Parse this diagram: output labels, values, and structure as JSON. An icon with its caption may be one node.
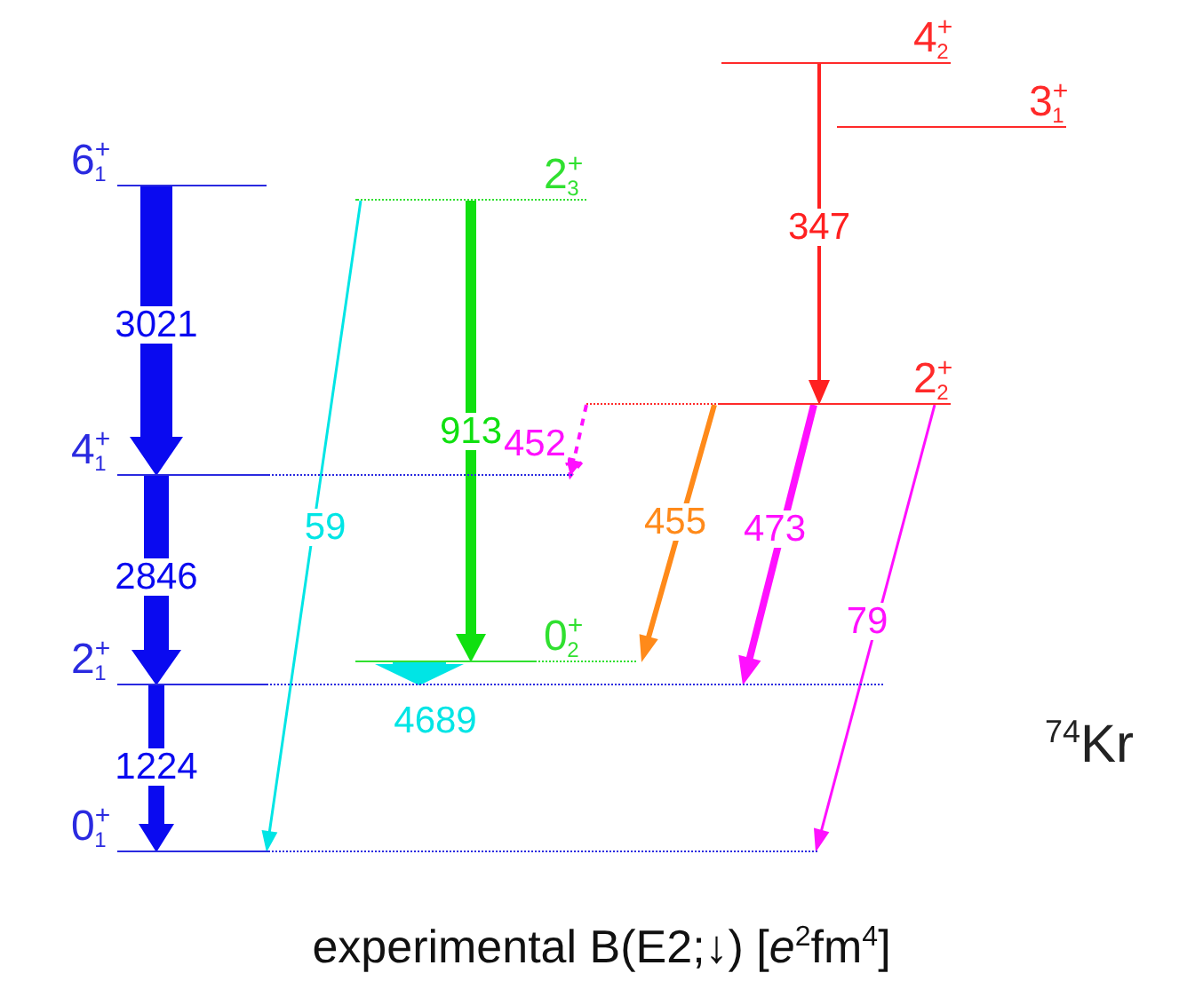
{
  "diagram": {
    "caption": "experimental B(E2;↓) [*e*$^{2}$fm$^{4}$]",
    "nodes": [
      {
        "text": [
          "6$^{+}$$_{1}$"
        ]
      },
      {
        "text": [
          "4$^{+}$$_{1}$"
        ]
      },
      {
        "text": [
          "2$^{+}$$_{1}$"
        ]
      },
      {
        "text": [
          "0$^{+}$$_{1}$"
        ]
      },
      {
        "text": [
          "2$^{+}$$_{3}$"
        ]
      },
      {
        "text": [
          "0$^{+}$$_{2}$"
        ]
      },
      {
        "text": [
          "4$^{+}$$_{2}$"
        ]
      },
      {
        "text": [
          "3$^{+}$$_{1}$"
        ]
      },
      {
        "text": [
          "2$^{+}$$_{2}$"
        ]
      }
    ],
    "edges": [
      {
        "from": 0,
        "to": 1,
        "arrow": "to",
        "label": "3021",
        "style": "thick",
        "color": "#0a0af0"
      },
      {
        "from": 1,
        "to": 2,
        "arrow": "to",
        "label": "2846",
        "style": "thick",
        "color": "#0a0af0"
      },
      {
        "from": 2,
        "to": 3,
        "arrow": "to",
        "label": "1224",
        "style": "thick",
        "color": "#0a0af0"
      },
      {
        "from": 4,
        "to": 3,
        "arrow": "to",
        "label": "59",
        "color": "#00e5e5"
      },
      {
        "from": 4,
        "to": 5,
        "arrow": "to",
        "label": "913",
        "style": "thick",
        "color": "#10e010"
      },
      {
        "from": 5,
        "to": 2,
        "arrow": "to",
        "label": "4689",
        "style": "thick",
        "color": "#00e5e5"
      },
      {
        "from": 6,
        "to": 8,
        "arrow": "to",
        "label": "347",
        "color": "#ff2020"
      },
      {
        "from": 8,
        "to": 1,
        "arrow": "to",
        "label": "452",
        "style": "dashed",
        "color": "#ff10ff"
      },
      {
        "from": 8,
        "to": 5,
        "arrow": "to",
        "label": "455",
        "style": "thick",
        "color": "#ff8a1a"
      },
      {
        "from": 8,
        "to": 2,
        "arrow": "to",
        "label": "473",
        "style": "thick",
        "color": "#ff10ff"
      },
      {
        "from": 8,
        "to": 3,
        "arrow": "to",
        "label": "79",
        "color": "#ff10ff"
      }
    ],
    "labels": [
      "$^{74}$Kr"
    ]
  }
}
